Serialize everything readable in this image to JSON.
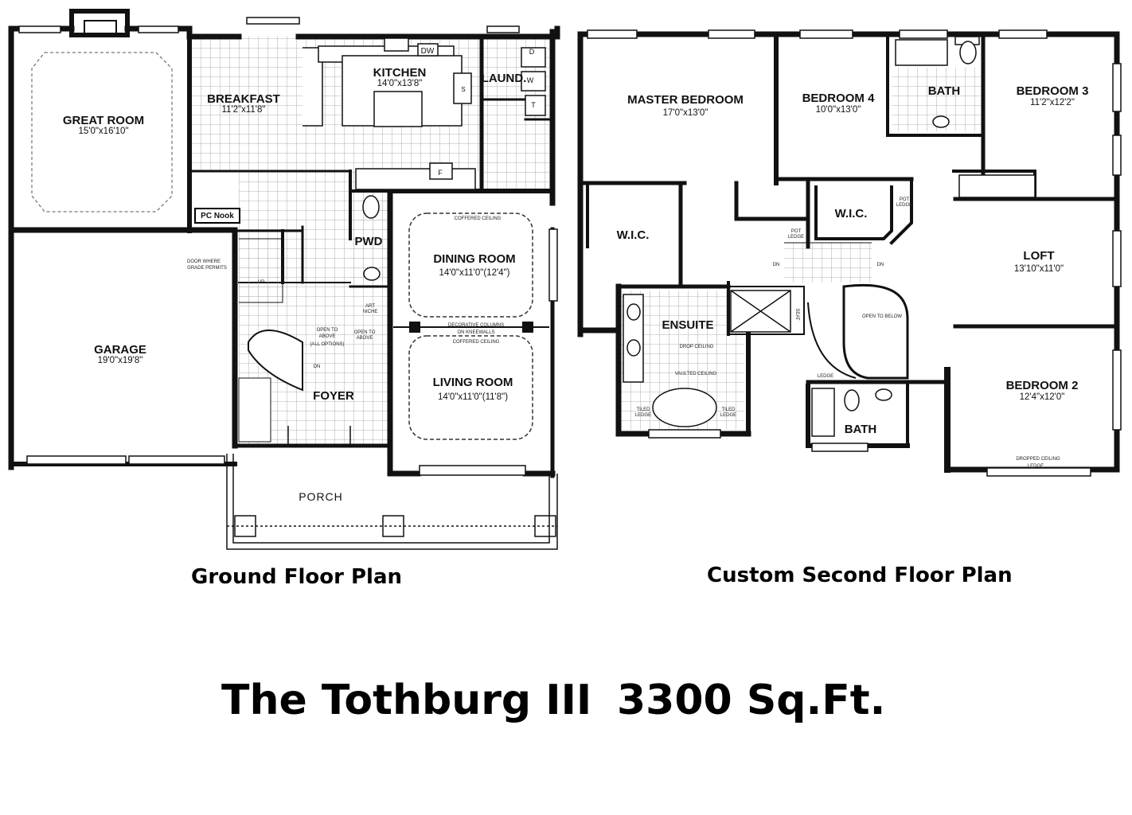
{
  "ground_floor": {
    "caption": "Ground Floor Plan",
    "rooms": {
      "great_room": {
        "name": "GREAT ROOM",
        "dims": "15'0\"x16'10\""
      },
      "breakfast": {
        "name": "BREAKFAST",
        "dims": "11'2\"x11'8\""
      },
      "kitchen": {
        "name": "KITCHEN",
        "dims": "14'0\"x13'8\""
      },
      "laundry": {
        "name": "LAUND."
      },
      "pwd": {
        "name": "PWD"
      },
      "dining_room": {
        "name": "DINING ROOM",
        "dims": "14'0\"x11'0\"(12'4\")"
      },
      "living_room": {
        "name": "LIVING ROOM",
        "dims": "14'0\"x11'0\"(11'8\")"
      },
      "garage": {
        "name": "GARAGE",
        "dims": "19'0\"x19'8\""
      },
      "foyer": {
        "name": "FOYER"
      },
      "porch": {
        "name": "PORCH"
      }
    },
    "labels": {
      "pc_nook": "PC Nook",
      "dw": "DW",
      "d": "D",
      "w": "W",
      "t": "T",
      "f": "F",
      "s": "S",
      "coffered_1": "COFFERED CEILING",
      "coffered_2": "COFFERED CEILING",
      "decorative_columns": "DECORATIVE COLUMNS",
      "on_kneewalls": "ON KNEEWALLS",
      "door_where": "DOOR WHERE",
      "grade_permits": "GRADE PERMITS",
      "open_to_above_1": "OPEN TO",
      "open_to_above_1b": "ABOVE",
      "all_options": "(ALL OPTIONS)",
      "open_to_above_2": "OPEN TO",
      "open_to_above_2b": "ABOVE",
      "art_niche": "ART",
      "art_niche_b": "NICHE",
      "up": "UP",
      "dn": "DN"
    }
  },
  "second_floor": {
    "caption": "Custom Second Floor Plan",
    "rooms": {
      "master_bedroom": {
        "name": "MASTER BEDROOM",
        "dims": "17'0\"x13'0\""
      },
      "bedroom_4": {
        "name": "BEDROOM 4",
        "dims": "10'0\"x13'0\""
      },
      "bath_top": {
        "name": "BATH"
      },
      "bedroom_3": {
        "name": "BEDROOM 3",
        "dims": "11'2\"x12'2\""
      },
      "wic_master": {
        "name": "W.I.C."
      },
      "wic_2": {
        "name": "W.I.C."
      },
      "loft": {
        "name": "LOFT",
        "dims": "13'10\"x11'0\""
      },
      "ensuite": {
        "name": "ENSUITE"
      },
      "bedroom_2": {
        "name": "BEDROOM 2",
        "dims": "12'4\"x12'0\""
      },
      "bath_bottom": {
        "name": "BATH"
      }
    },
    "labels": {
      "pot_ledge_1": "POT",
      "pot_ledge_1b": "LEDGE",
      "pot_ledge_2": "POT",
      "pot_ledge_2b": "LEDGE",
      "dn_1": "DN",
      "dn_2": "DN",
      "open_to_below": "OPEN TO BELOW",
      "seat": "SEAT",
      "drop_ceiling": "DROP CEILING",
      "vaulted_ceiling": "VAULTED CEILING",
      "tiled_ledge_1": "TILED",
      "tiled_ledge_1b": "LEDGE",
      "tiled_ledge_2": "TILED",
      "tiled_ledge_2b": "LEDGE",
      "ledge": "LEDGE",
      "dropped_ceiling": "DROPPED CEILING",
      "ledge_2": "LEDGE"
    }
  },
  "title": {
    "model": "The Tothburg III",
    "area": "3300 Sq.Ft."
  },
  "colors": {
    "wall": "#111111",
    "tile_grid": "#9a9a9a",
    "background": "#ffffff"
  }
}
